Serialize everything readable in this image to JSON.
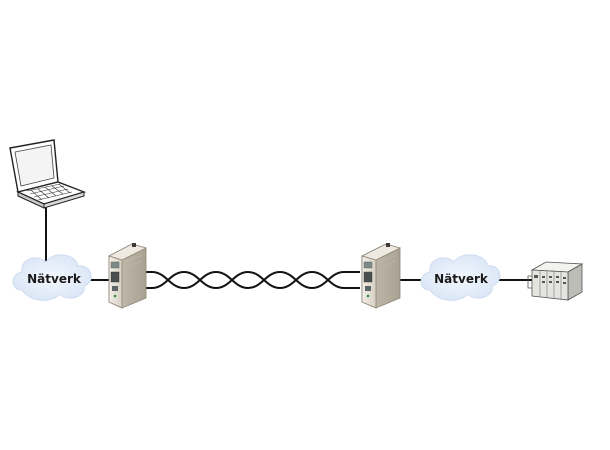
{
  "diagram": {
    "network_left": {
      "label": "Nätverk"
    },
    "network_right": {
      "label": "Nätverk"
    },
    "devices": [
      "laptop-icon",
      "ethernet-extender-icon",
      "ethernet-extender-icon",
      "plc-controller-icon"
    ],
    "link_type": "twisted-pair",
    "colors": {
      "cloud": "#dfe9f8",
      "line": "#111111",
      "device_body": "#e7e2d8",
      "device_shadow": "#c2bcae"
    }
  }
}
